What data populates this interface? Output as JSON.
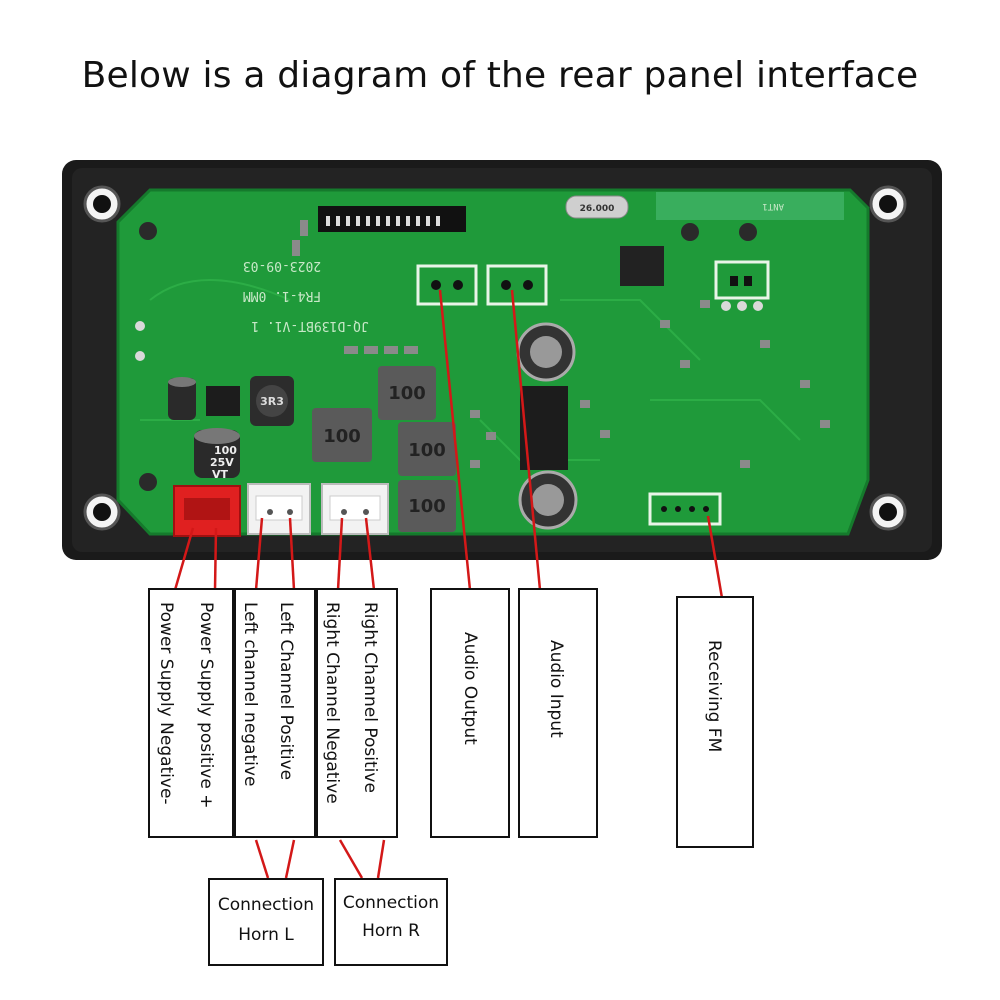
{
  "title": "Below is a diagram of the rear panel interface",
  "colors": {
    "pcb": "#1f9a3a",
    "pcb_dark": "#14802d",
    "frame": "#1a1a1a",
    "leader": "#d31818",
    "power_connector": "#e02020",
    "speaker_connector": "#f2f2f2"
  },
  "board": {
    "date_marking": "2023-09-03",
    "rev_marking": "FR4-1. 0MM",
    "model_marking": "JQ-D139BT-V1. 1",
    "inductor_label": "100",
    "capacitor_small": "100\n25V\nVT",
    "crystal_label": "26.000",
    "antenna_label": "ANT1",
    "inductor_small_label": "3R3"
  },
  "labels": {
    "power_positive": "Power Supply positive +",
    "power_negative": "Power Supply Negative-",
    "left_positive": "Left Channel Positive",
    "left_negative": "Left channel negative",
    "right_positive": "Right Channel Positive",
    "right_negative": "Right Channel Negative",
    "audio_output": "Audio Output",
    "audio_input": "Audio Input",
    "receiving_fm": "Receiving FM"
  },
  "connections": {
    "horn_l": "Connection Horn L",
    "horn_l_line1": "Connection",
    "horn_l_line2": "Horn L",
    "horn_r_line1": "Connection",
    "horn_r_line2": "Horn R"
  }
}
